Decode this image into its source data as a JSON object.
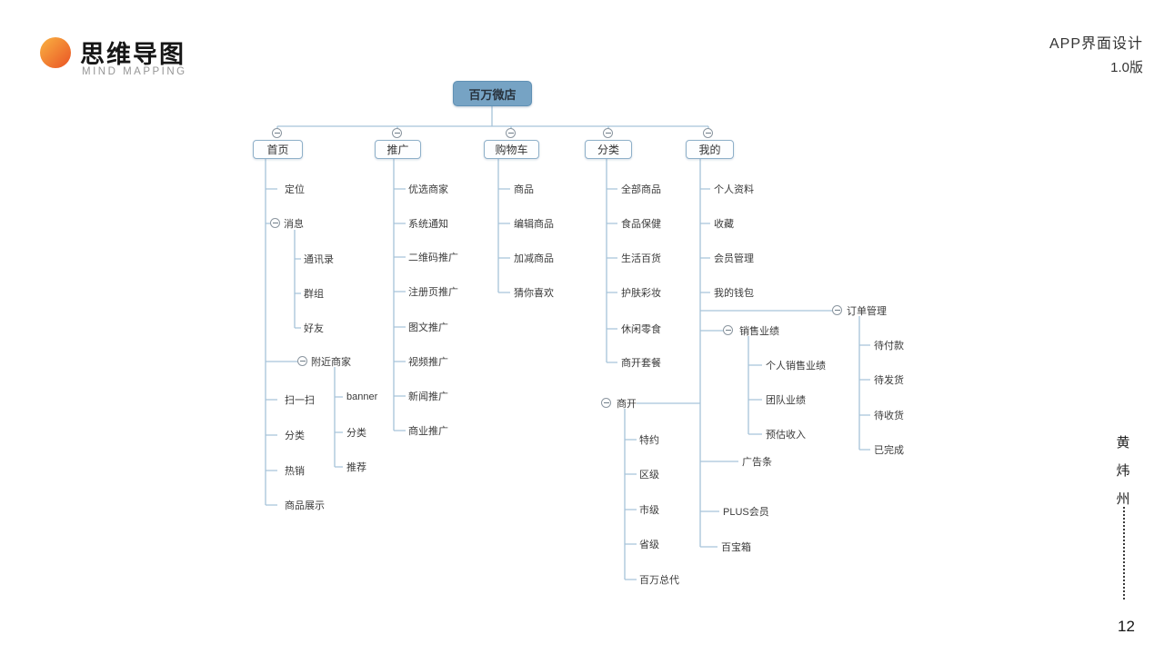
{
  "slide": {
    "brand": {
      "title": "思维导图",
      "subtitle": "MIND MAPPING"
    },
    "top_right": {
      "line1": "APP界面设计",
      "line2": "1.0版"
    },
    "side_note": {
      "chars": [
        "黄",
        "炜",
        "州"
      ]
    },
    "page_number": "12"
  },
  "colors": {
    "accent_orange": "#EC6129",
    "root_fill": "#76A3C4",
    "node_border": "#8FB0C9",
    "connector_line": "#A6C3D9",
    "text": "#3B3B3B"
  },
  "mindmap": {
    "root": {
      "label": "百万微店"
    },
    "branches": [
      {
        "label": "首页",
        "children": [
          {
            "label": "定位"
          },
          {
            "label": "消息",
            "children": [
              {
                "label": "通讯录"
              },
              {
                "label": "群组"
              },
              {
                "label": "好友"
              }
            ]
          },
          {
            "label": "附近商家",
            "children": [
              {
                "label": "banner"
              },
              {
                "label": "分类"
              },
              {
                "label": "推荐"
              }
            ]
          },
          {
            "label": "扫一扫"
          },
          {
            "label": "分类"
          },
          {
            "label": "热销"
          },
          {
            "label": "商品展示"
          }
        ]
      },
      {
        "label": "推广",
        "children": [
          {
            "label": "优选商家"
          },
          {
            "label": "系统通知"
          },
          {
            "label": "二维码推广"
          },
          {
            "label": "注册页推广"
          },
          {
            "label": "图文推广"
          },
          {
            "label": "视频推广"
          },
          {
            "label": "新闻推广"
          },
          {
            "label": "商业推广"
          }
        ]
      },
      {
        "label": "购物车",
        "children": [
          {
            "label": "商品"
          },
          {
            "label": "编辑商品"
          },
          {
            "label": "加减商品"
          },
          {
            "label": "猜你喜欢"
          }
        ]
      },
      {
        "label": "分类",
        "children": [
          {
            "label": "全部商品"
          },
          {
            "label": "食品保健"
          },
          {
            "label": "生活百货"
          },
          {
            "label": "护肤彩妆"
          },
          {
            "label": "休闲零食"
          },
          {
            "label": "商开套餐"
          }
        ]
      },
      {
        "label": "我的",
        "children": [
          {
            "label": "个人资料"
          },
          {
            "label": "收藏"
          },
          {
            "label": "会员管理"
          },
          {
            "label": "我的钱包"
          },
          {
            "label": "订单管理",
            "children": [
              {
                "label": "待付款"
              },
              {
                "label": "待发货"
              },
              {
                "label": "待收货"
              },
              {
                "label": "已完成"
              }
            ]
          },
          {
            "label": "销售业绩",
            "children": [
              {
                "label": "个人销售业绩"
              },
              {
                "label": "团队业绩"
              },
              {
                "label": "预估收入"
              }
            ]
          },
          {
            "label": "商开",
            "children": [
              {
                "label": "特约"
              },
              {
                "label": "区级"
              },
              {
                "label": "市级"
              },
              {
                "label": "省级"
              },
              {
                "label": "百万总代"
              }
            ]
          },
          {
            "label": "广告条"
          },
          {
            "label": "PLUS会员"
          },
          {
            "label": "百宝箱"
          }
        ]
      }
    ]
  }
}
